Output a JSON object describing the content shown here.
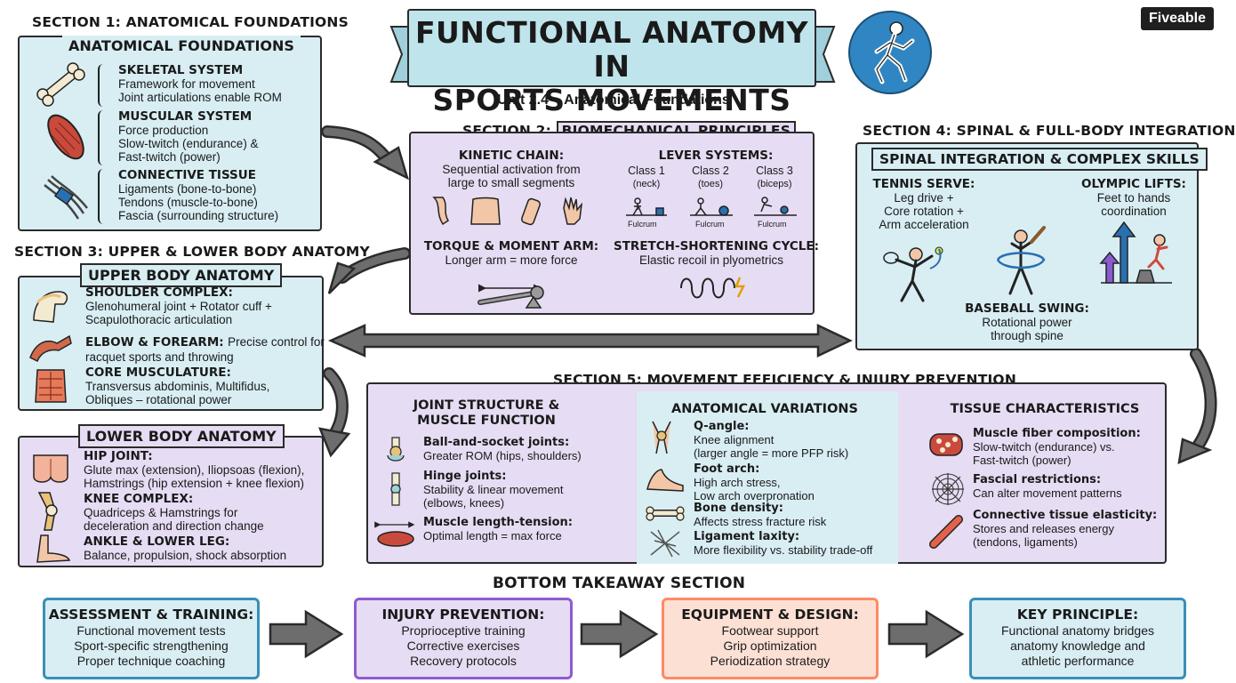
{
  "title": {
    "line1": "FUNCTIONAL ANATOMY IN",
    "line2": "SPORTS MOVEMENTS",
    "subtitle": "Unit 2.4 – Anatomical Foundations"
  },
  "brand": {
    "label": "Fiveable",
    "accent": "#8fd14f"
  },
  "colors": {
    "blue_panel": "#d8eef3",
    "purple_panel": "#e6dcf3",
    "title_ribbon": "#bfe4ec",
    "equipment": "#ff8a65",
    "assessment_border": "#3a8fb7",
    "injury_border": "#8e5bd0"
  },
  "sec1": {
    "heading": "SECTION 1: ANATOMICAL FOUNDATIONS",
    "tag": "ANATOMICAL FOUNDATIONS",
    "items": [
      {
        "icon": "bone-icon",
        "title": "SKELETAL SYSTEM",
        "lines": [
          "Framework for movement",
          "Joint articulations enable ROM"
        ]
      },
      {
        "icon": "muscle-icon",
        "title": "MUSCULAR SYSTEM",
        "lines": [
          "Force production",
          "Slow-twitch (endurance) &",
          "Fast-twitch (power)"
        ]
      },
      {
        "icon": "connective-tissue-icon",
        "title": "CONNECTIVE TISSUE",
        "lines": [
          "Ligaments (bone-to-bone)",
          "Tendons (muscle-to-bone)",
          "Fascia (surrounding structure)"
        ]
      }
    ]
  },
  "sec2": {
    "heading_prefix": "SECTION 2: ",
    "heading_highlight": "BIOMECHANICAL PRINCIPLES",
    "kinetic": {
      "title": "KINETIC CHAIN:",
      "lines": [
        "Sequential activation from",
        "large to small segments"
      ]
    },
    "lever": {
      "title": "LEVER SYSTEMS:",
      "classes": [
        {
          "name": "Class 1",
          "example": "(neck)",
          "fulcrum": "Fulcrum"
        },
        {
          "name": "Class 2",
          "example": "(toes)",
          "fulcrum": "Fulcrum"
        },
        {
          "name": "Class 3",
          "example": "(biceps)",
          "fulcrum": "Fulcrum"
        }
      ]
    },
    "torque": {
      "title": "TORQUE & MOMENT ARM:",
      "line": "Longer arm = more force"
    },
    "ssc": {
      "title": "STRETCH-SHORTENING CYCLE:",
      "line": "Elastic recoil in plyometrics"
    }
  },
  "sec3": {
    "heading": "SECTION 3: UPPER & LOWER BODY ANATOMY",
    "upper_tag": "UPPER BODY ANATOMY",
    "upper": [
      {
        "icon": "shoulder-icon",
        "title": "SHOULDER COMPLEX:",
        "lines": [
          "Glenohumeral joint + Rotator cuff +",
          "Scapulothoracic articulation"
        ]
      },
      {
        "icon": "arm-icon",
        "title": "ELBOW & FOREARM:",
        "inline": "Precise control for",
        "lines": [
          "racquet sports and throwing"
        ]
      },
      {
        "icon": "abs-icon",
        "title": "CORE MUSCULATURE:",
        "lines": [
          "Transversus abdominis, Multifidus,",
          "Obliques – rotational power"
        ]
      }
    ],
    "lower_tag": "LOWER BODY ANATOMY",
    "lower": [
      {
        "icon": "hip-icon",
        "title": "HIP JOINT:",
        "lines": [
          "Glute max (extension), Iliopsoas (flexion),",
          "Hamstrings (hip extension + knee flexion)"
        ]
      },
      {
        "icon": "knee-icon",
        "title": "KNEE COMPLEX:",
        "lines": [
          "Quadriceps & Hamstrings for",
          "deceleration and direction change"
        ]
      },
      {
        "icon": "foot-icon",
        "title": "ANKLE & LOWER LEG:",
        "lines": [
          "Balance, propulsion, shock absorption"
        ]
      }
    ]
  },
  "sec4": {
    "heading": "SECTION 4: SPINAL & FULL-BODY INTEGRATION",
    "tag": "SPINAL INTEGRATION & COMPLEX SKILLS",
    "tennis": {
      "title": "TENNIS SERVE:",
      "lines": [
        "Leg drive +",
        "Core rotation +",
        "Arm acceleration"
      ]
    },
    "olympic": {
      "title": "OLYMPIC LIFTS:",
      "lines": [
        "Feet to hands",
        "coordination"
      ]
    },
    "baseball": {
      "title": "BASEBALL SWING:",
      "lines": [
        "Rotational power",
        "through spine"
      ]
    }
  },
  "sec5": {
    "heading": "SECTION 5: MOVEMENT EFFICIENCY & INJURY PREVENTION",
    "col1": {
      "title_lines": [
        "JOINT STRUCTURE &",
        "MUSCLE FUNCTION"
      ],
      "items": [
        {
          "icon": "ball-socket-icon",
          "title": "Ball-and-socket joints:",
          "lines": [
            "Greater ROM (hips, shoulders)"
          ]
        },
        {
          "icon": "hinge-joint-icon",
          "title": "Hinge joints:",
          "lines": [
            "Stability & linear movement",
            "(elbows, knees)"
          ]
        },
        {
          "icon": "muscle-length-icon",
          "title": "Muscle length-tension:",
          "lines": [
            "Optimal length = max force"
          ]
        }
      ]
    },
    "col2": {
      "title": "ANATOMICAL VARIATIONS",
      "items": [
        {
          "icon": "q-angle-icon",
          "title": "Q-angle:",
          "lines": [
            "Knee alignment",
            "(larger angle = more PFP risk)"
          ]
        },
        {
          "icon": "foot-arch-icon",
          "title": "Foot arch:",
          "lines": [
            "High arch stress,",
            "Low arch overpronation"
          ]
        },
        {
          "icon": "bone-density-icon",
          "title": "Bone density:",
          "lines": [
            "Affects stress fracture risk"
          ]
        },
        {
          "icon": "ligament-icon",
          "title": "Ligament laxity:",
          "lines": [
            "More flexibility vs. stability trade-off"
          ]
        }
      ]
    },
    "col3": {
      "title": "TISSUE CHARACTERISTICS",
      "items": [
        {
          "icon": "fiber-icon",
          "title": "Muscle fiber composition:",
          "lines": [
            "Slow-twitch (endurance) vs.",
            "Fast-twitch (power)"
          ]
        },
        {
          "icon": "fascia-icon",
          "title": "Fascial restrictions:",
          "lines": [
            "Can alter movement patterns"
          ]
        },
        {
          "icon": "tendon-icon",
          "title": "Connective tissue elasticity:",
          "lines": [
            "Stores and releases energy",
            "(tendons, ligaments)"
          ]
        }
      ]
    }
  },
  "bottom": {
    "heading": "BOTTOM TAKEAWAY SECTION",
    "boxes": [
      {
        "title": "ASSESSMENT & TRAINING:",
        "lines": [
          "Functional movement tests",
          "Sport-specific strengthening",
          "Proper technique coaching"
        ]
      },
      {
        "title": "INJURY PREVENTION:",
        "lines": [
          "Proprioceptive training",
          "Corrective exercises",
          "Recovery protocols"
        ]
      },
      {
        "title": "EQUIPMENT & DESIGN:",
        "lines": [
          "Footwear support",
          "Grip optimization",
          "Periodization strategy"
        ]
      },
      {
        "title": "KEY PRINCIPLE:",
        "lines": [
          "Functional anatomy bridges",
          "anatomy knowledge and",
          "athletic performance"
        ]
      }
    ]
  }
}
